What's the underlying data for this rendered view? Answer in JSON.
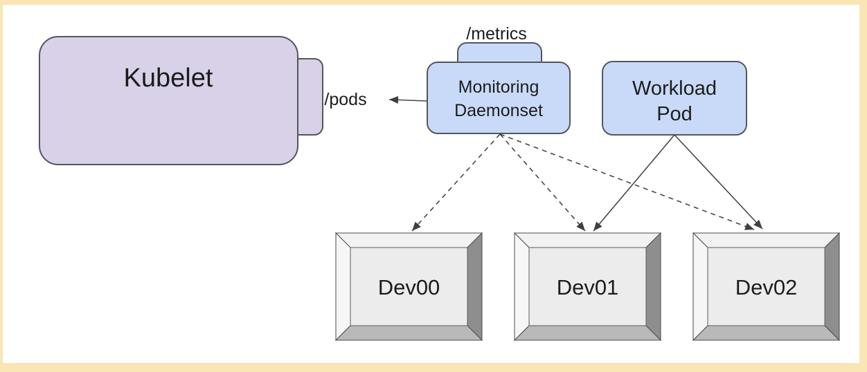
{
  "kubelet": {
    "label": "Kubelet"
  },
  "pods": {
    "label": "/pods"
  },
  "metrics": {
    "label": "/metrics"
  },
  "monitoring": {
    "line1": "Monitoring",
    "line2": "Daemonset"
  },
  "workload": {
    "line1": "Workload",
    "line2": "Pod"
  },
  "devices": [
    {
      "label": "Dev00"
    },
    {
      "label": "Dev01"
    },
    {
      "label": "Dev02"
    }
  ],
  "edges": [
    {
      "from": "monitoring-daemonset",
      "to": "pods-endpoint",
      "style": "solid"
    },
    {
      "from": "monitoring-daemonset",
      "to": "dev00",
      "style": "dashed"
    },
    {
      "from": "monitoring-daemonset",
      "to": "dev01",
      "style": "dashed"
    },
    {
      "from": "monitoring-daemonset",
      "to": "dev02",
      "style": "dashed"
    },
    {
      "from": "workload-pod",
      "to": "dev01",
      "style": "solid"
    },
    {
      "from": "workload-pod",
      "to": "dev02",
      "style": "solid"
    }
  ],
  "colors": {
    "canvas_frame": "#FAE6B4",
    "canvas_bg": "#FFFFFF",
    "kubelet_fill": "#D8D1E8",
    "pod_fill": "#C9DAF8",
    "node_stroke": "#54555C",
    "device_face": "#ECECEC",
    "device_bevel_dark": "#8E8E8E",
    "arrow": "#474747"
  }
}
